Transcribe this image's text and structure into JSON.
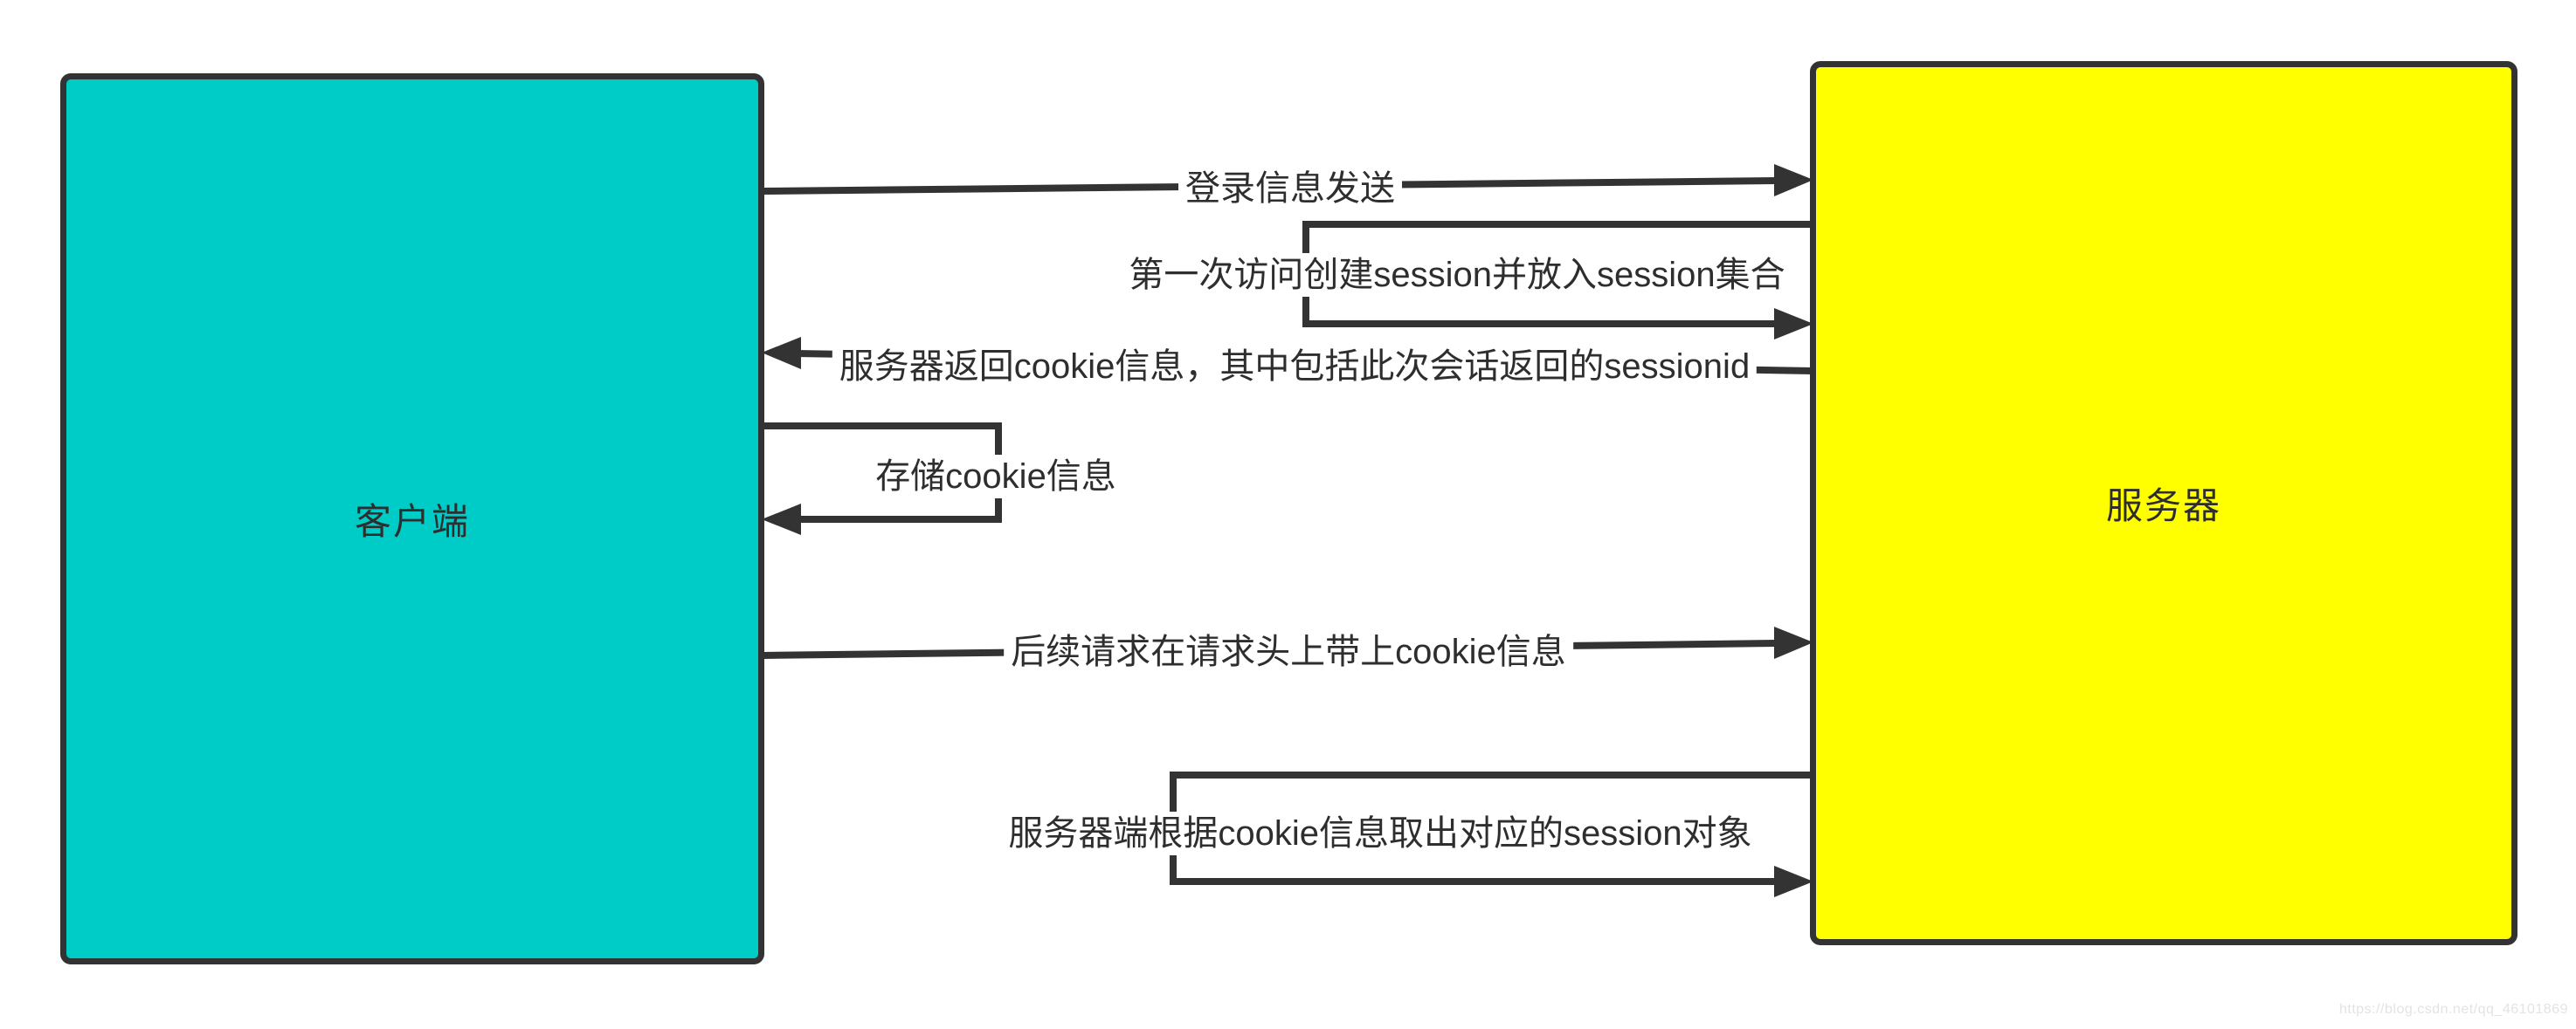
{
  "boxes": {
    "client": {
      "label": "客户端"
    },
    "server": {
      "label": "服务器"
    }
  },
  "flows": [
    {
      "id": "login",
      "from": "client",
      "to": "server",
      "label": "登录信息发送"
    },
    {
      "id": "create-session",
      "from": "server",
      "to": "server",
      "label": "第一次访问创建session并放入session集合"
    },
    {
      "id": "return-cookie",
      "from": "server",
      "to": "client",
      "label": "服务器返回cookie信息，其中包括此次会话返回的sessionid"
    },
    {
      "id": "store-cookie",
      "from": "client",
      "to": "client",
      "label": "存储cookie信息"
    },
    {
      "id": "subsequent-request",
      "from": "client",
      "to": "server",
      "label": "后续请求在请求头上带上cookie信息"
    },
    {
      "id": "retrieve-session",
      "from": "server",
      "to": "server",
      "label": "服务器端根据cookie信息取出对应的session对象"
    }
  ],
  "watermark": {
    "text": "https://blog.csdn.net/qq_46101869"
  },
  "colors": {
    "background": "#ffffff",
    "line": "#333333",
    "border": "#333333",
    "text": "#2e2e2e",
    "client-fill": "#00ccc7",
    "server-fill": "#ffff00",
    "watermark": "#e3e3e3"
  }
}
